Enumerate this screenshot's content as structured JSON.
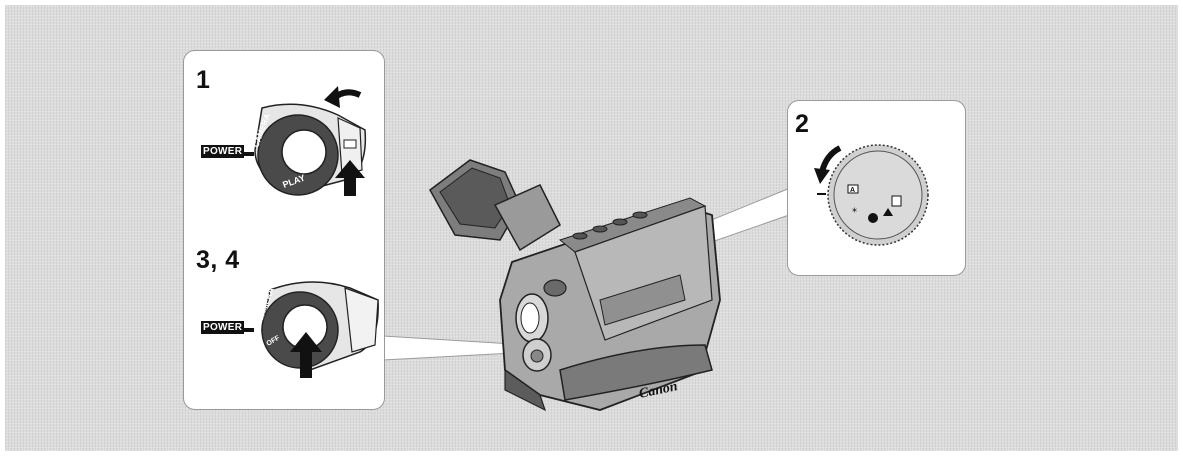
{
  "steps": {
    "step1": "1",
    "step2": "2",
    "step34": "3, 4"
  },
  "labels": {
    "power_top": "POWER",
    "power_bottom": "POWER",
    "brand": "Canon"
  },
  "icons": {
    "rotate_arrow": "curved-arrow-icon",
    "press_arrow": "up-arrow-icon",
    "dial_arrow": "curved-arrow-icon"
  }
}
